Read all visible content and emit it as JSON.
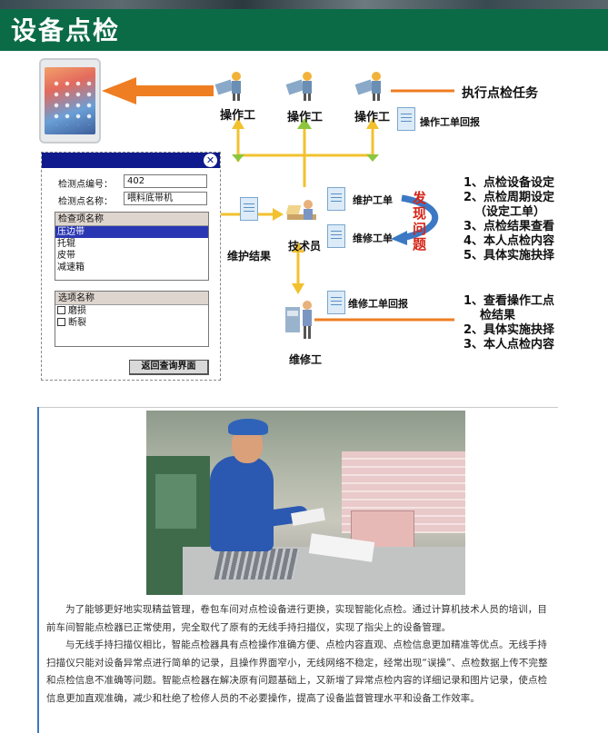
{
  "header": {
    "title": "设备点检"
  },
  "diagram": {
    "workers": [
      "操作工",
      "操作工",
      "操作工"
    ],
    "execute_task": "执行点检任务",
    "op_report": "操作工单回报",
    "tech": "技术员",
    "maint_ticket": "维护工单",
    "repair_ticket": "维修工单",
    "maint_result": "维护结果",
    "find_problem": "发现问题",
    "repair_report": "维修工单回报",
    "repairer": "维修工",
    "tech_items": [
      "1、点检设备设定",
      "2、点检周期设定",
      "（设定工单）",
      "3、点检结果查看",
      "4、本人点检内容",
      "5、具体实施抉择"
    ],
    "repair_items": [
      "1、查看操作工点",
      "检结果",
      "2、具体实施抉择",
      "3、本人点检内容"
    ],
    "arrow_colors": {
      "orange": "#ef7d22",
      "yellow": "#f2c12e",
      "green": "#8cc63f",
      "blue": "#3c78c3"
    }
  },
  "dialog": {
    "point_no_label": "检测点编号：",
    "point_no_value": "402",
    "point_name_label": "检测点名称：",
    "point_name_value": "喂料底带机",
    "check_list": {
      "header": "检查项名称",
      "items": [
        "压边带",
        "托辊",
        "皮带",
        "减速箱"
      ],
      "selected": "压边带"
    },
    "option_list": {
      "header": "选项名称",
      "items": [
        "磨损",
        "断裂"
      ]
    },
    "back_button": "返回查询界面",
    "close_icon": "close-icon"
  },
  "article": {
    "paragraphs": [
      "为了能够更好地实现精益管理，卷包车间对点检设备进行更换，实现智能化点检。通过计算机技术人员的培训，目前车间智能点检器已正常使用，完全取代了原有的无线手持扫描仪，实现了指尖上的设备管理。",
      "与无线手持扫描仪相比，智能点检器具有点检操作准确方便、点检内容直观、点检信息更加精准等优点。无线手持扫描仪只能对设备异常点进行简单的记录，且操作界面窄小，无线网络不稳定，经常出现“误操”、点检数据上传不完整和点检信息不准确等问题。智能点检器在解决原有问题基础上，又新增了异常点检内容的详细记录和图片记录，使点检信息更加直观准确，减少和杜绝了检修人员的不必要操作，提高了设备监督管理水平和设备工作效率。"
    ]
  }
}
